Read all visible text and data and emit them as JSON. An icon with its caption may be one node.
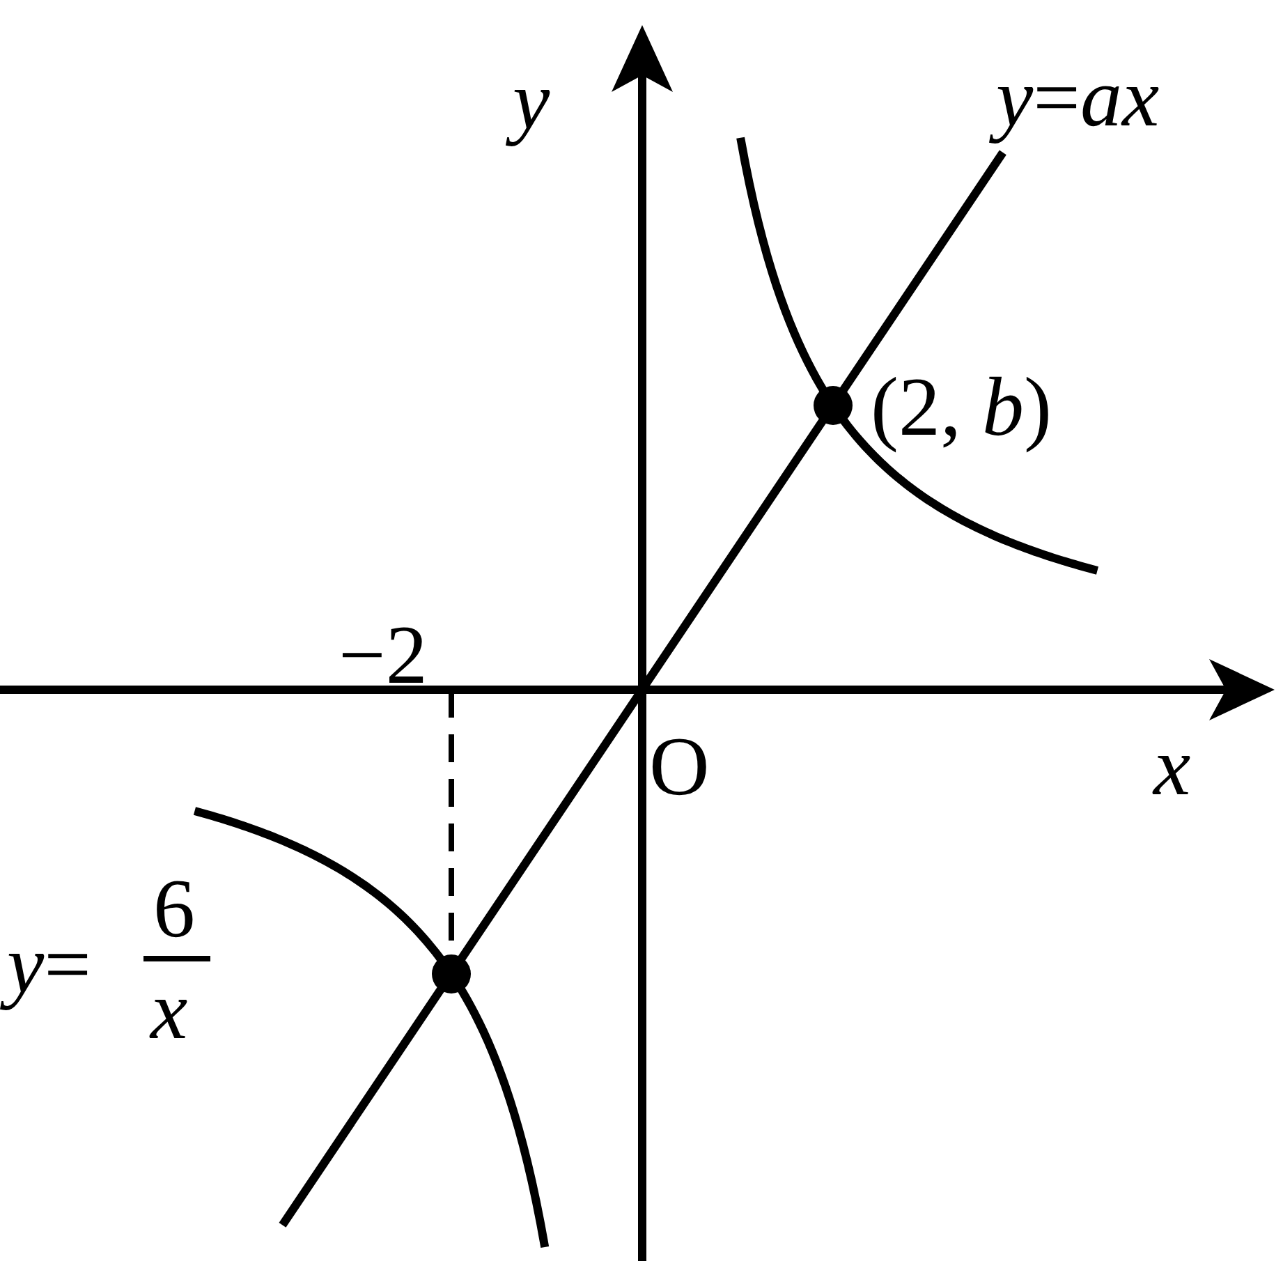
{
  "diagram": {
    "labels": [
      "*y*",
      "*y*=*ax*",
      "(2, *b*)",
      "−2",
      "O",
      "*x*",
      "*y*=",
      "6",
      "*x*"
    ]
  }
}
